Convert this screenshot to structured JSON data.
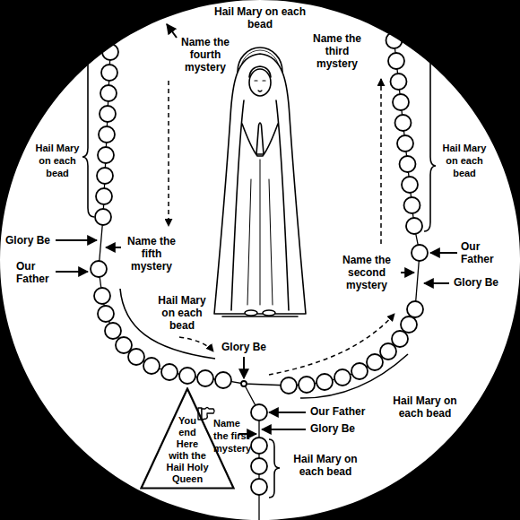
{
  "diagram": {
    "nodes": [
      {
        "text": [
          "You end Here with the Hail Holy Queen"
        ]
      }
    ],
    "labels": [
      "Hail Mary on each bead",
      "Name the fourth mystery",
      "Name the third mystery",
      "Hail Mary on each bead",
      "Hail Mary on each bead",
      "Glory Be",
      "Name the fifth mystery",
      "Our Father",
      "Our Father",
      "Name the second mystery",
      "Glory Be",
      "Hail Mary on each bead",
      "Glory Be",
      "Hail Mary on each bead",
      "Our Father",
      "Glory Be",
      "Name the first mystery",
      "Hail Mary on each bead"
    ]
  }
}
